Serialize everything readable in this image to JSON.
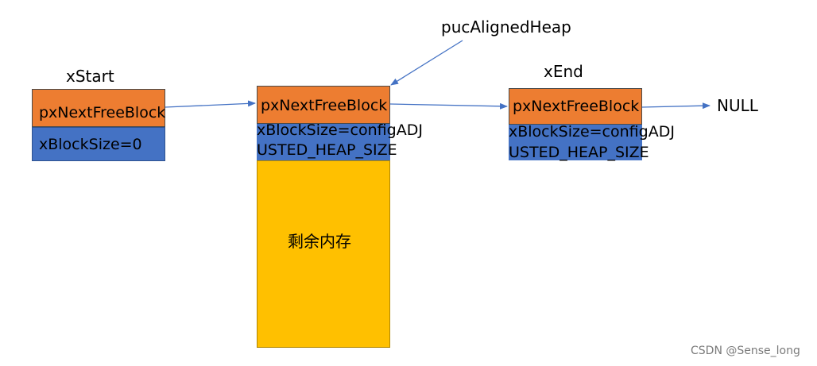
{
  "labels": {
    "xstart": "xStart",
    "xend": "xEnd",
    "puc": "pucAlignedHeap",
    "null": "NULL"
  },
  "blocks": {
    "start": {
      "field1": "pxNextFreeBlock",
      "field2": "xBlockSize=0"
    },
    "middle": {
      "field1": "pxNextFreeBlock",
      "field2_line1": "xBlockSize=configADJ",
      "field2_line2": "USTED_HEAP_SIZE",
      "remaining": "剩余内存"
    },
    "end": {
      "field1": "pxNextFreeBlock",
      "field2_line1": "xBlockSize=configADJ",
      "field2_line2": "USTED_HEAP_SIZE"
    }
  },
  "colors": {
    "next_field": "#ED7D31",
    "size_field": "#4472C4",
    "heap": "#FFC000",
    "arrow": "#4472C4"
  },
  "watermark": "CSDN @Sense_long"
}
